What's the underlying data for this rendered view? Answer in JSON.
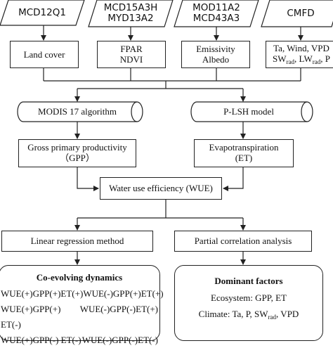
{
  "sources": [
    {
      "lines": [
        "MCD12Q1"
      ]
    },
    {
      "lines": [
        "MCD15A3H",
        "MYD13A2"
      ]
    },
    {
      "lines": [
        "MOD11A2",
        "MCD43A3"
      ]
    },
    {
      "lines": [
        "CMFD"
      ]
    }
  ],
  "variables": {
    "land_cover": "Land cover",
    "fpar": "FPAR",
    "ndvi": "NDVI",
    "emissivity": "Emissivity",
    "albedo": "Albedo",
    "cmfd_vars_line1": "Ta, Wind, VPD",
    "sw": "SW",
    "rad": "rad",
    "lw": "LW",
    "p_suffix": ", P"
  },
  "models": {
    "modis17": "MODIS 17 algorithm",
    "plsh": "P-LSH model"
  },
  "outputs": {
    "gpp_line1": "Gross primary productivity",
    "gpp_line2": "（GPP）",
    "et_line1": "Evapotranspiration",
    "et_line2": "(ET)"
  },
  "wue": "Water use efficiency (WUE)",
  "methods": {
    "linear": "Linear regression method",
    "partial": "Partial correlation analysis"
  },
  "coevolving": {
    "title": "Co-evolving dynamics",
    "rows": [
      [
        "WUE(+)GPP(+)ET(+)",
        "WUE(-)GPP(+)ET(+)"
      ],
      [
        "WUE(+)GPP(+) ET(-)",
        "WUE(-)GPP(-)ET(+)"
      ],
      [
        "WUE(+)GPP(-) ET(-)",
        "WUE(-)GPP(-)ET(-)"
      ]
    ]
  },
  "dominant": {
    "title": "Dominant factors",
    "ecosystem": "Ecosystem: GPP, ET",
    "climate_prefix": "Climate: Ta, P, SW",
    "climate_sub": "rad",
    "climate_suffix": ", VPD"
  },
  "colors": {
    "stroke": "#222222",
    "text": "#111111",
    "background": "#ffffff"
  }
}
